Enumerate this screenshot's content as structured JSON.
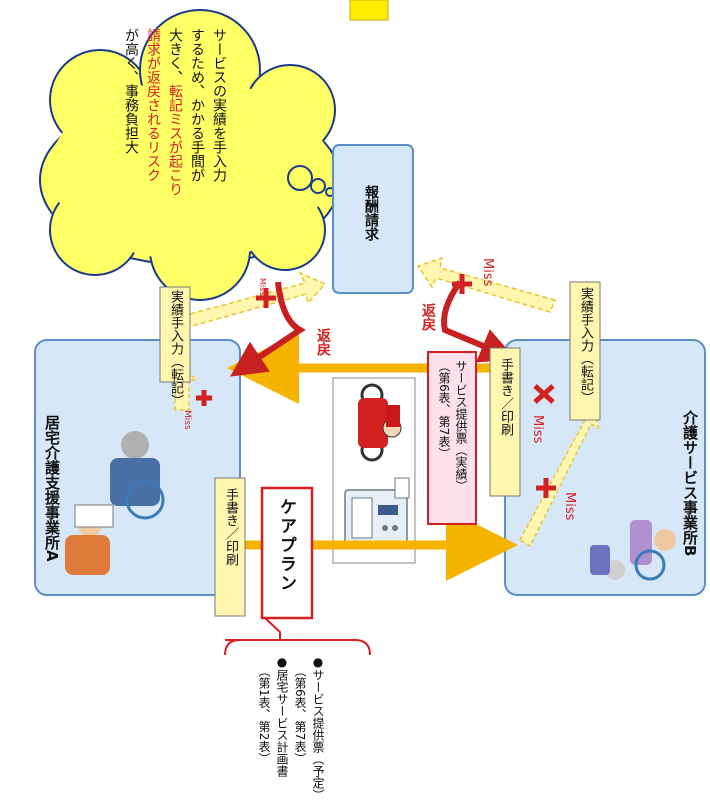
{
  "office_a": {
    "title": "居宅介護支援事業所A",
    "manual_entry": "実績手入力（転記）",
    "handwrite_print": "手書き／印刷"
  },
  "office_b": {
    "title": "介護サービス事業所B",
    "manual_entry": "実績手入力（転記）",
    "handwrite_print": "手書き／印刷"
  },
  "care_plan": "ケアプラン",
  "service_ticket": {
    "line1": "サービス提供票（実績）",
    "line2": "（第6表、第7表）"
  },
  "billing": "報酬請求",
  "cloud": {
    "line1": "サービスの実績を手入力",
    "line2": "するため、かかる手間が",
    "line3_a": "大きく、",
    "line3_b": "転記ミスが起こり",
    "line4_b": "請求が返戻されるリスク",
    "line5": "が高く、事務負担大"
  },
  "labels": {
    "henrei_1": "返戻",
    "henrei_2": "返戻",
    "miss_1": "Miss",
    "miss_2": "Miss",
    "miss_3": "Miss",
    "miss_4": "Miss",
    "miss_5": "Miss"
  },
  "bracket_list": {
    "item1": "●サービス提供票（予定）",
    "item1_sub": "（第6表、第7表）",
    "item2": "●居宅サービス計画書",
    "item2_sub": "（第1表、第2表）"
  },
  "colors": {
    "box_fill": "#d6e8f8",
    "box_stroke": "#5a8fc8",
    "arrow_orange": "#f6b400",
    "return_red": "#c82020",
    "note_yellow": "#fff6b0",
    "cloud_yellow": "#ffff66",
    "top_square": "#ffee00"
  }
}
